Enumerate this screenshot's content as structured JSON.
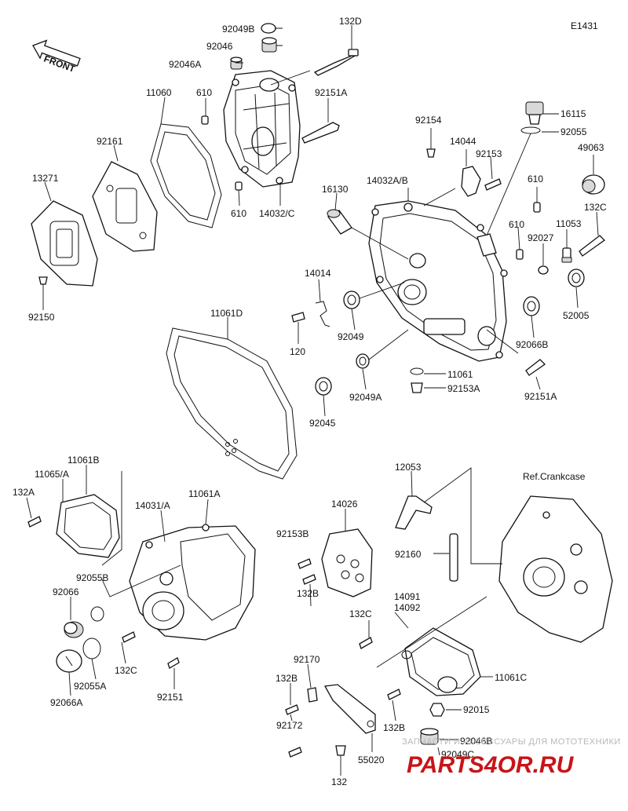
{
  "diagram_code": "E1431",
  "front_label": "FRONT",
  "ref_label": "Ref.Crankcase",
  "watermark": {
    "top": "ЗАПЧАСТИ И АКСЕССУАРЫ ДЛЯ МОТОТЕХНИКИ",
    "main": "PARTS4OR.RU"
  },
  "labels": [
    {
      "id": "92049B",
      "text": "92049B"
    },
    {
      "id": "132D",
      "text": "132D"
    },
    {
      "id": "92046",
      "text": "92046"
    },
    {
      "id": "92046A",
      "text": "92046A"
    },
    {
      "id": "11060",
      "text": "11060"
    },
    {
      "id": "610-a",
      "text": "610"
    },
    {
      "id": "92151A-a",
      "text": "92151A"
    },
    {
      "id": "92161",
      "text": "92161"
    },
    {
      "id": "13271",
      "text": "13271"
    },
    {
      "id": "610-b",
      "text": "610"
    },
    {
      "id": "14032C",
      "text": "14032/C"
    },
    {
      "id": "92150",
      "text": "92150"
    },
    {
      "id": "16115",
      "text": "16115"
    },
    {
      "id": "92055",
      "text": "92055"
    },
    {
      "id": "92154",
      "text": "92154"
    },
    {
      "id": "14044",
      "text": "14044"
    },
    {
      "id": "92153",
      "text": "92153"
    },
    {
      "id": "49063",
      "text": "49063"
    },
    {
      "id": "14032AB",
      "text": "14032A/B"
    },
    {
      "id": "16130",
      "text": "16130"
    },
    {
      "id": "610-c",
      "text": "610"
    },
    {
      "id": "132C-a",
      "text": "132C"
    },
    {
      "id": "610-d",
      "text": "610"
    },
    {
      "id": "92027",
      "text": "92027"
    },
    {
      "id": "11053",
      "text": "11053"
    },
    {
      "id": "14014",
      "text": "14014"
    },
    {
      "id": "52005",
      "text": "52005"
    },
    {
      "id": "11061D",
      "text": "11061D"
    },
    {
      "id": "120",
      "text": "120"
    },
    {
      "id": "92049",
      "text": "92049"
    },
    {
      "id": "92066B",
      "text": "92066B"
    },
    {
      "id": "11061",
      "text": "11061"
    },
    {
      "id": "92153A",
      "text": "92153A"
    },
    {
      "id": "92049A",
      "text": "92049A"
    },
    {
      "id": "92151A-b",
      "text": "92151A"
    },
    {
      "id": "92045",
      "text": "92045"
    },
    {
      "id": "11061B",
      "text": "11061B"
    },
    {
      "id": "11065A",
      "text": "11065/A"
    },
    {
      "id": "132A",
      "text": "132A"
    },
    {
      "id": "14031A",
      "text": "14031/A"
    },
    {
      "id": "11061A",
      "text": "11061A"
    },
    {
      "id": "12053",
      "text": "12053"
    },
    {
      "id": "14026",
      "text": "14026"
    },
    {
      "id": "92153B",
      "text": "92153B"
    },
    {
      "id": "92160",
      "text": "92160"
    },
    {
      "id": "92055B",
      "text": "92055B"
    },
    {
      "id": "92066",
      "text": "92066"
    },
    {
      "id": "132B-a",
      "text": "132B"
    },
    {
      "id": "14091",
      "text": "14091"
    },
    {
      "id": "14092",
      "text": "14092"
    },
    {
      "id": "132C-b",
      "text": "132C"
    },
    {
      "id": "132C-c",
      "text": "132C"
    },
    {
      "id": "92170",
      "text": "92170"
    },
    {
      "id": "11061C",
      "text": "11061C"
    },
    {
      "id": "92055A",
      "text": "92055A"
    },
    {
      "id": "92066A",
      "text": "92066A"
    },
    {
      "id": "92151",
      "text": "92151"
    },
    {
      "id": "132B-b",
      "text": "132B"
    },
    {
      "id": "92015",
      "text": "92015"
    },
    {
      "id": "92172",
      "text": "92172"
    },
    {
      "id": "132B-c",
      "text": "132B"
    },
    {
      "id": "92046B",
      "text": "92046B"
    },
    {
      "id": "92049C",
      "text": "92049C"
    },
    {
      "id": "55020",
      "text": "55020"
    },
    {
      "id": "132",
      "text": "132"
    }
  ]
}
